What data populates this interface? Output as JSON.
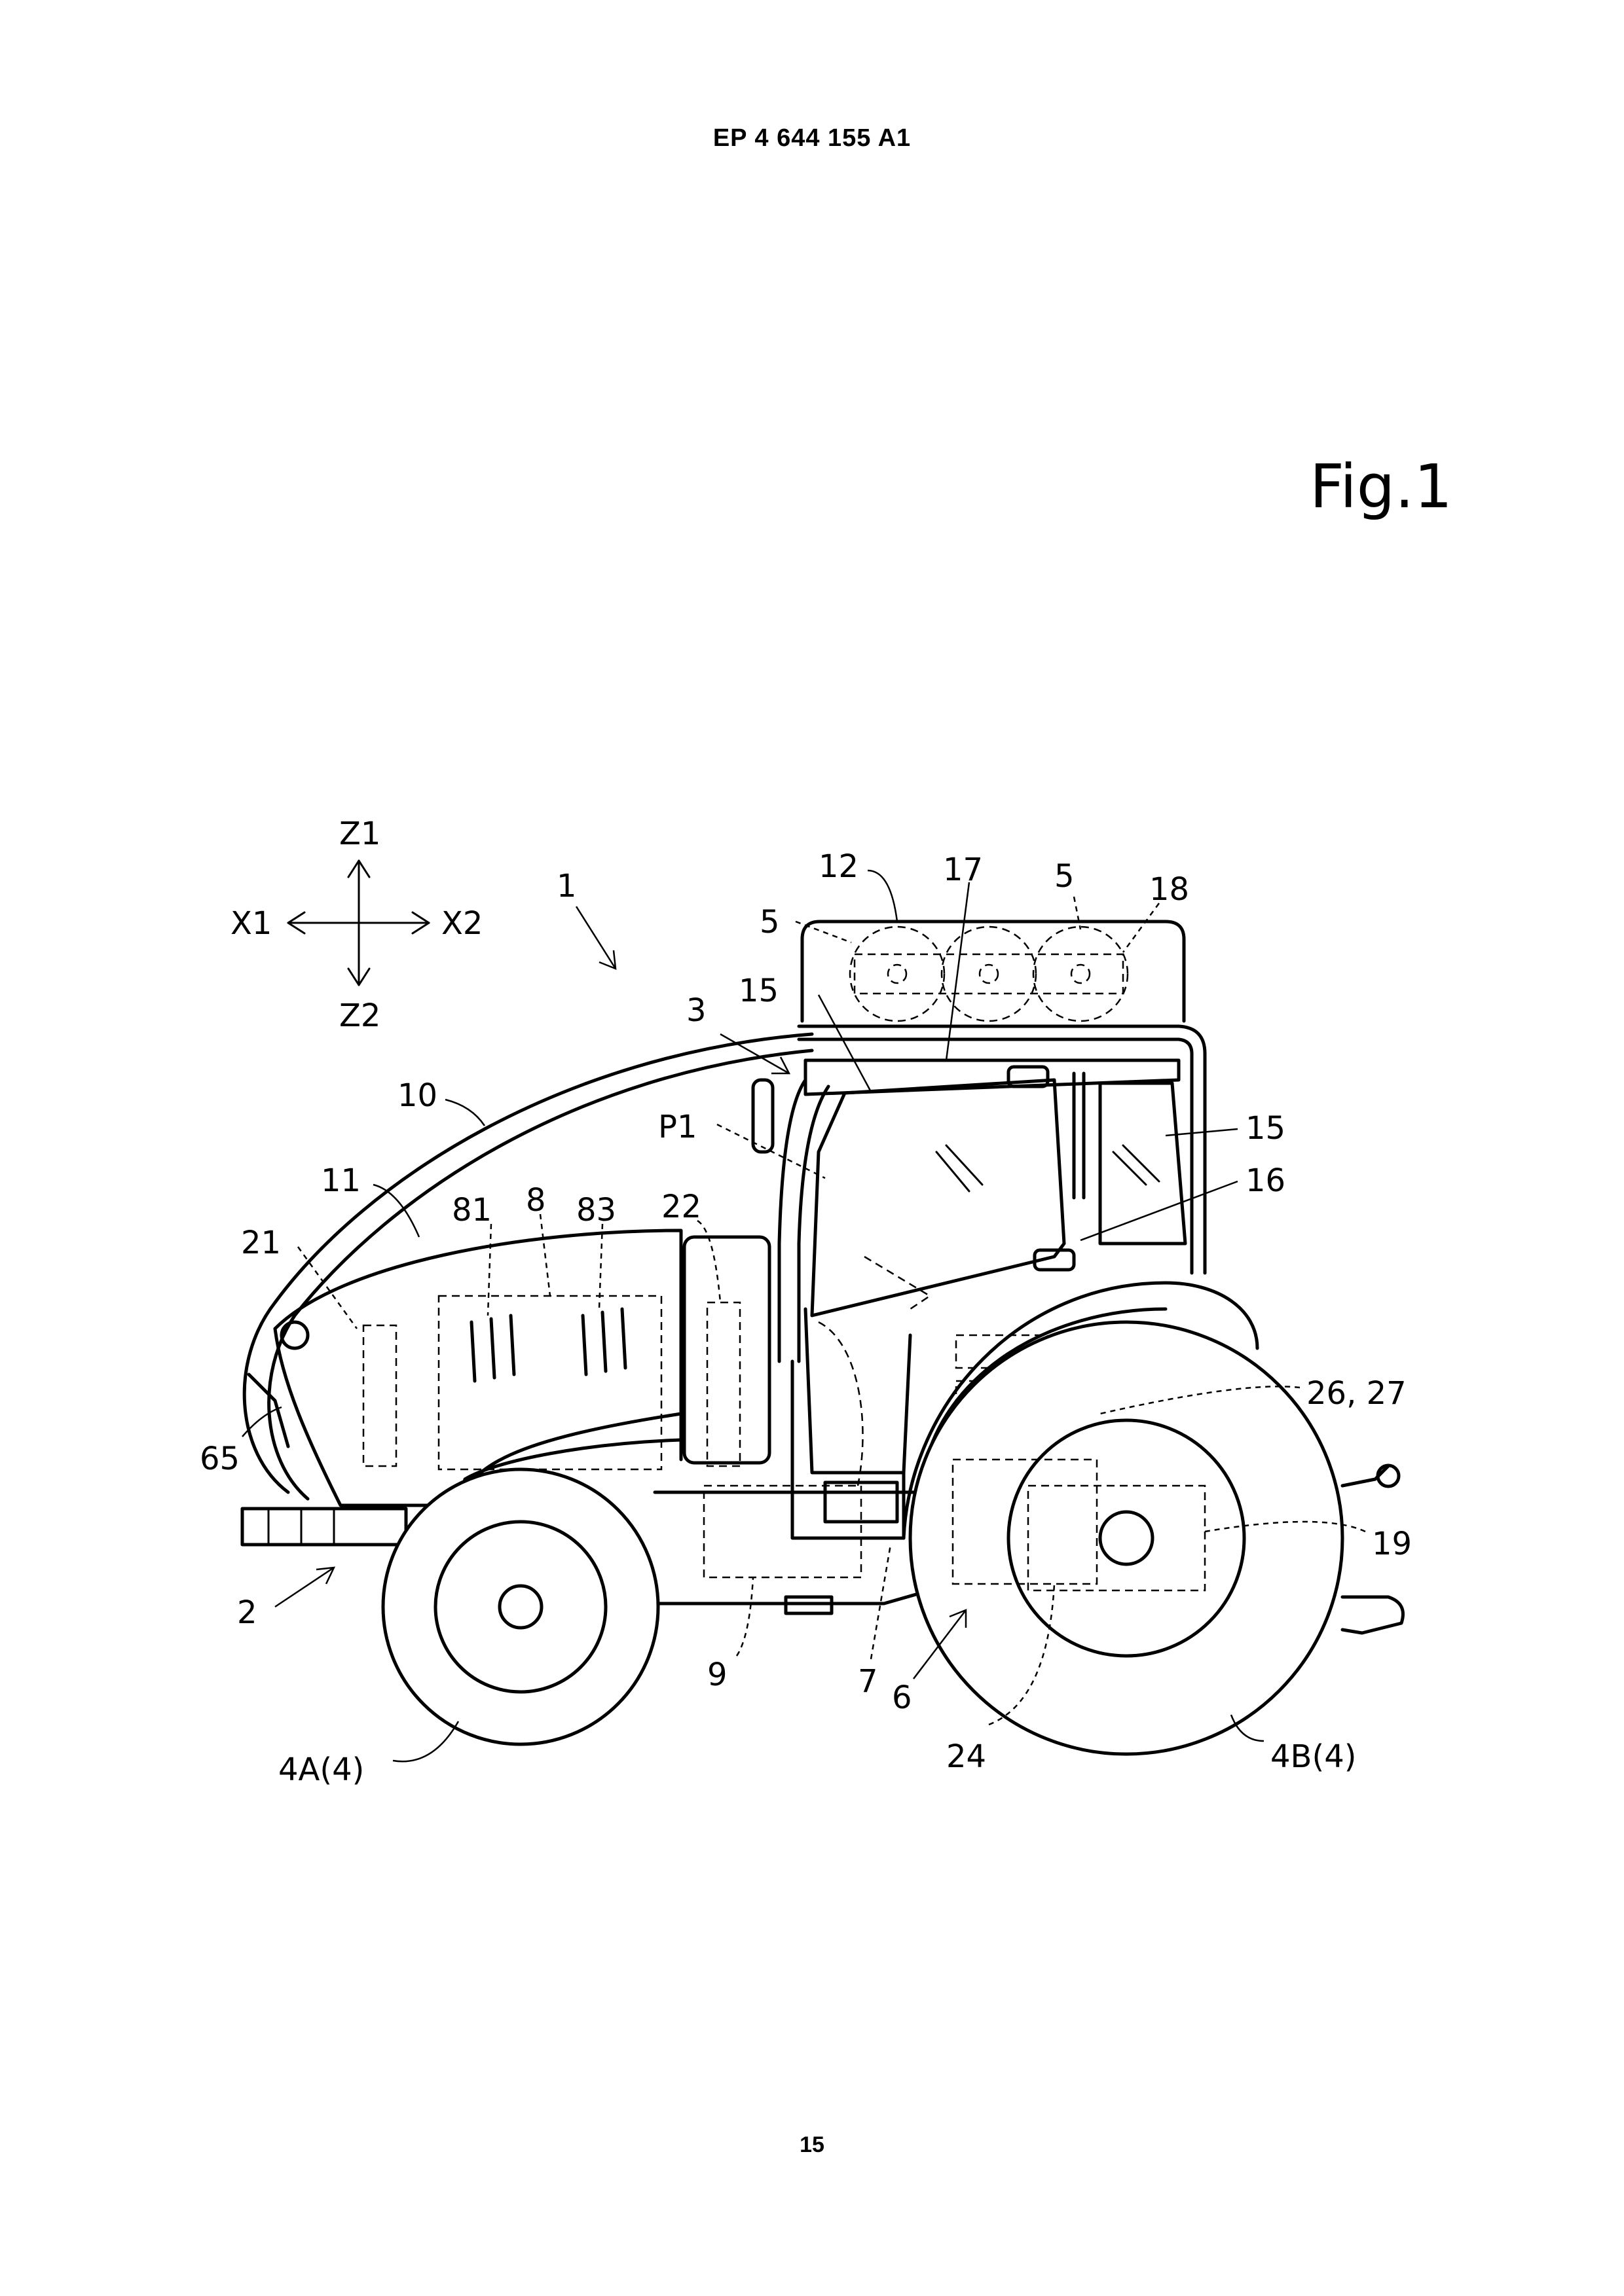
{
  "header": {
    "publication_number": "EP 4 644 155 A1"
  },
  "figure": {
    "title": "Fig.1"
  },
  "page": {
    "number": "15"
  },
  "axes": {
    "up": "Z1",
    "down": "Z2",
    "left": "X1",
    "right": "X2"
  },
  "labels": {
    "l1": "1",
    "l2": "2",
    "l3": "3",
    "l4a": "4A(4)",
    "l4b": "4B(4)",
    "l5a": "5",
    "l5b": "5",
    "l6": "6",
    "l7": "7",
    "l8": "8",
    "l9": "9",
    "l10": "10",
    "l11": "11",
    "l12": "12",
    "l15a": "15",
    "l15b": "15",
    "l16": "16",
    "l17": "17",
    "l18": "18",
    "l19": "19",
    "l21": "21",
    "l22": "22",
    "l24": "24",
    "l2627": "26, 27",
    "l65": "65",
    "l81": "81",
    "l83": "83",
    "lp1": "P1"
  }
}
